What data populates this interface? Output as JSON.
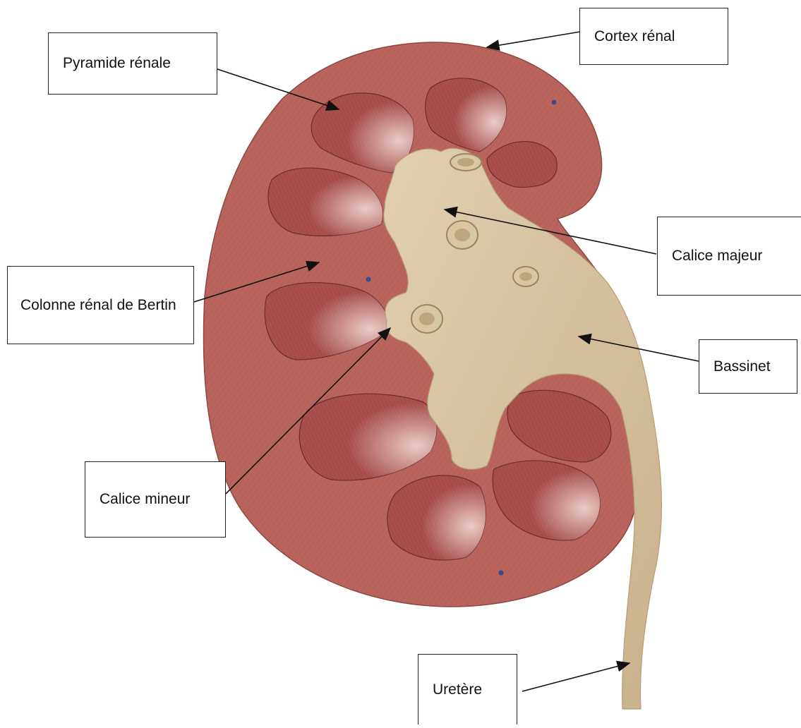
{
  "diagram": {
    "labels": {
      "cortex": "Cortex rénal",
      "pyramide": "Pyramide rénale",
      "calice_majeur": "Calice majeur",
      "colonne": "Colonne rénal de Bertin",
      "bassinet": "Bassinet",
      "calice_mineur": "Calice mineur",
      "uretere": "Uretère"
    },
    "colors": {
      "cortex": "#b9655d",
      "pyramid": "#a84f4c",
      "pelvis": "#d8c5a4",
      "outline": "#222222"
    }
  }
}
